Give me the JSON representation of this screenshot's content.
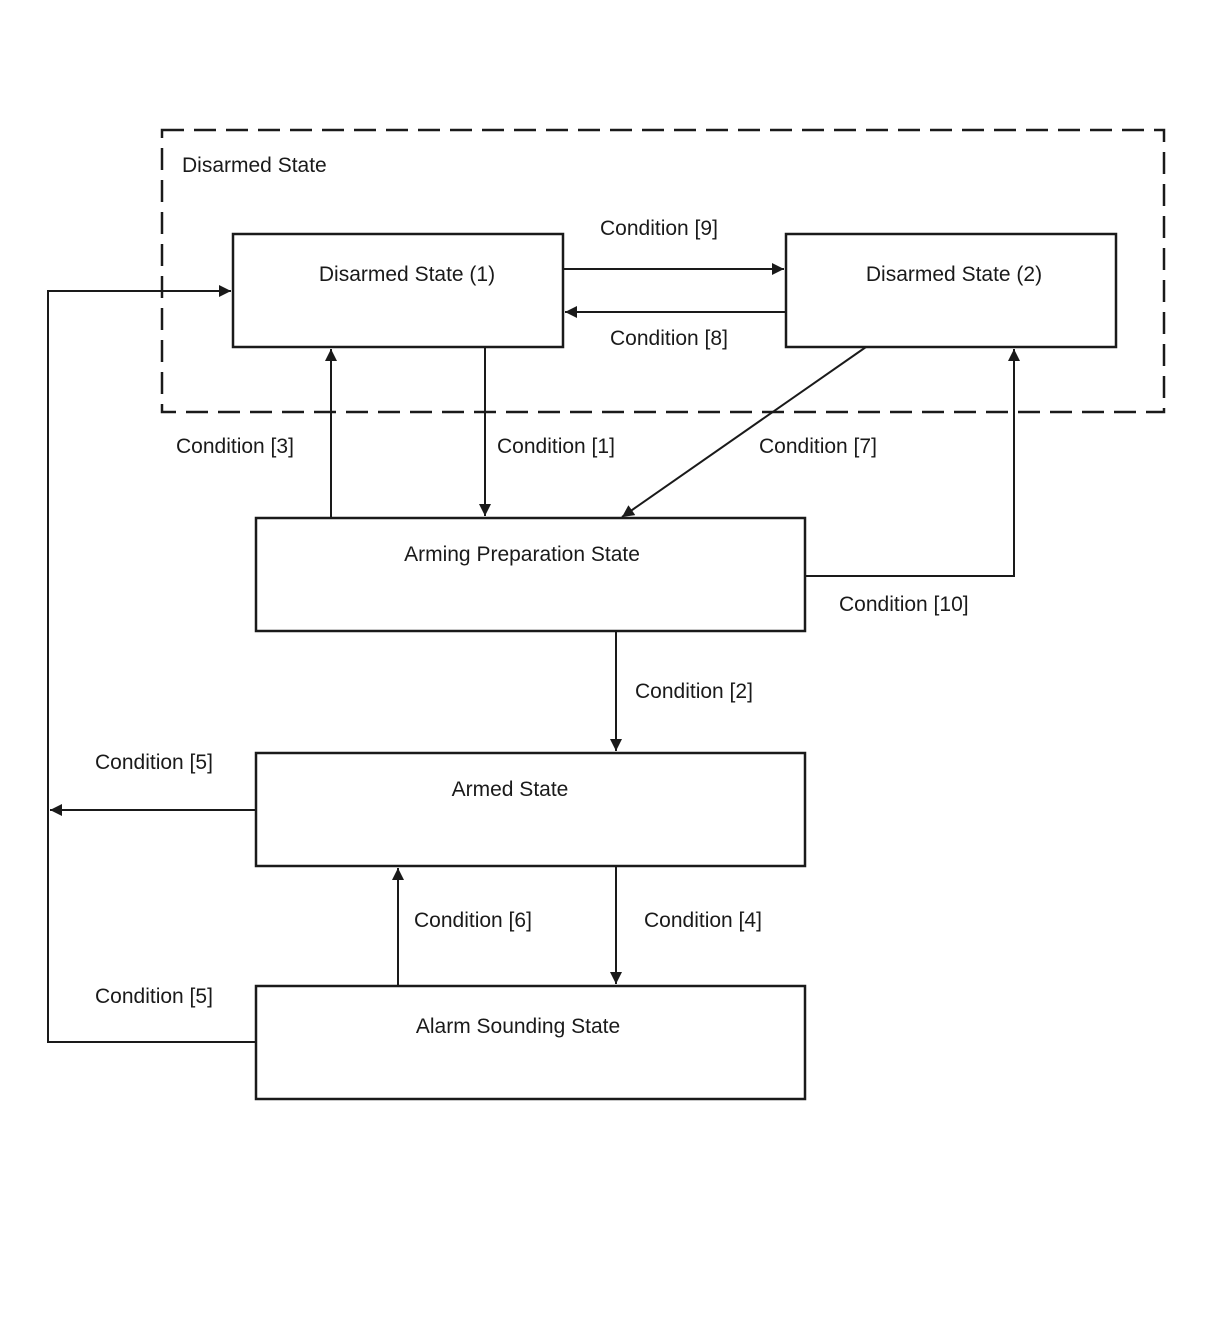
{
  "group": {
    "label": "Disarmed State"
  },
  "states": {
    "disarmed_1": "Disarmed State (1)",
    "disarmed_2": "Disarmed State (2)",
    "arming_preparation": "Arming Preparation State",
    "armed": "Armed State",
    "alarm_sounding": "Alarm Sounding State"
  },
  "conditions": {
    "c1": "Condition [1]",
    "c2": "Condition [2]",
    "c3": "Condition [3]",
    "c4": "Condition [4]",
    "c5_armed": "Condition [5]",
    "c5_alarm": "Condition [5]",
    "c6": "Condition [6]",
    "c7": "Condition [7]",
    "c8": "Condition [8]",
    "c9": "Condition [9]",
    "c10": "Condition [10]"
  }
}
